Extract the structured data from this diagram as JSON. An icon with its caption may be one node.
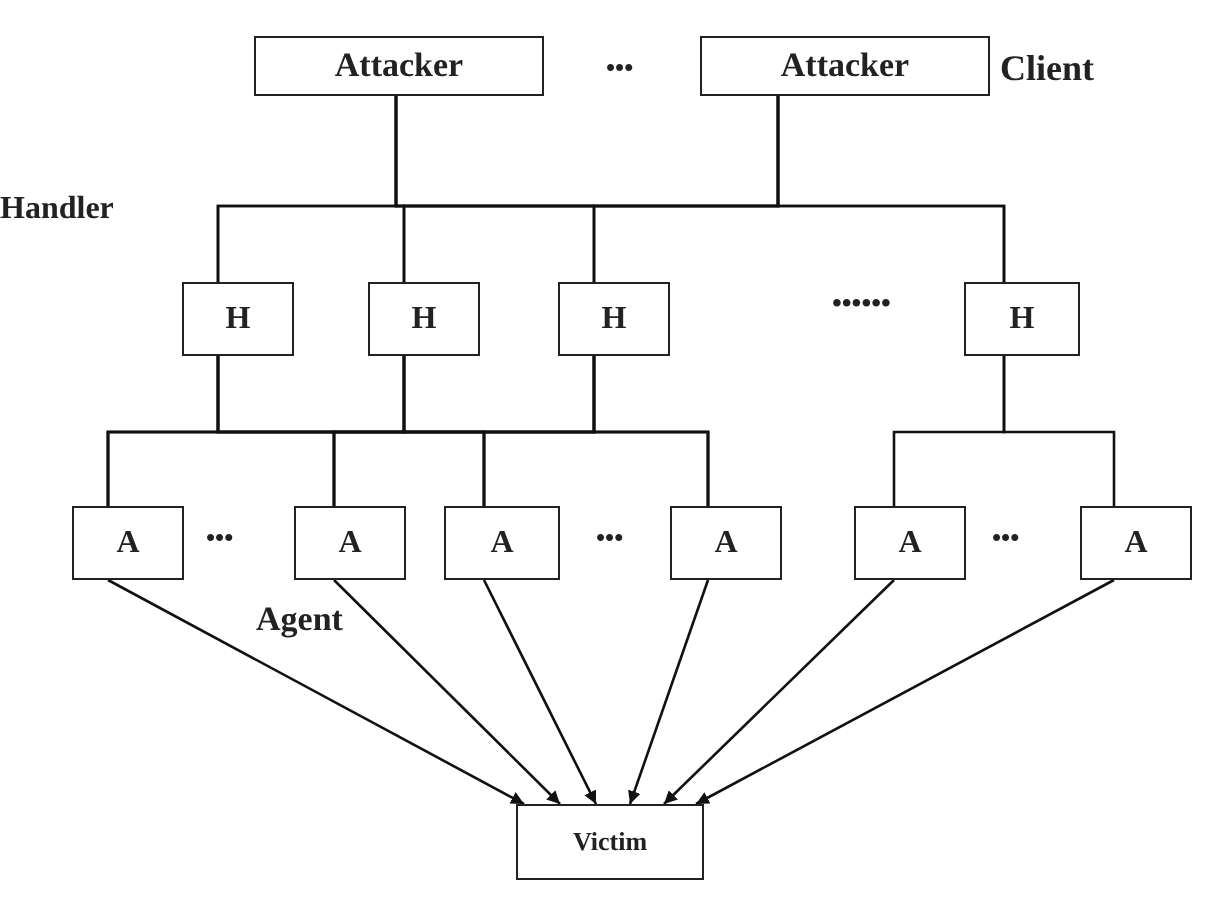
{
  "diagram": {
    "nodes": [
      {
        "text": [
          "Attacker"
        ]
      },
      {
        "text": [
          "Attacker"
        ]
      },
      {
        "text": [
          "H"
        ]
      },
      {
        "text": [
          "H"
        ]
      },
      {
        "text": [
          "H"
        ]
      },
      {
        "text": [
          "H"
        ]
      },
      {
        "text": [
          "A"
        ]
      },
      {
        "text": [
          "A"
        ]
      },
      {
        "text": [
          "A"
        ]
      },
      {
        "text": [
          "A"
        ]
      },
      {
        "text": [
          "A"
        ]
      },
      {
        "text": [
          "A"
        ]
      },
      {
        "text": [
          "Victim"
        ]
      }
    ],
    "edges": [
      {
        "from": 0,
        "to": 2,
        "arrow": "none"
      },
      {
        "from": 0,
        "to": 3,
        "arrow": "none"
      },
      {
        "from": 0,
        "to": 4,
        "arrow": "none"
      },
      {
        "from": 0,
        "to": 5,
        "arrow": "none"
      },
      {
        "from": 1,
        "to": 2,
        "arrow": "none"
      },
      {
        "from": 1,
        "to": 3,
        "arrow": "none"
      },
      {
        "from": 1,
        "to": 4,
        "arrow": "none"
      },
      {
        "from": 1,
        "to": 5,
        "arrow": "none"
      },
      {
        "from": 2,
        "to": 6,
        "arrow": "none"
      },
      {
        "from": 2,
        "to": 7,
        "arrow": "none"
      },
      {
        "from": 2,
        "to": 8,
        "arrow": "none"
      },
      {
        "from": 2,
        "to": 9,
        "arrow": "none"
      },
      {
        "from": 3,
        "to": 6,
        "arrow": "none"
      },
      {
        "from": 3,
        "to": 7,
        "arrow": "none"
      },
      {
        "from": 3,
        "to": 8,
        "arrow": "none"
      },
      {
        "from": 3,
        "to": 9,
        "arrow": "none"
      },
      {
        "from": 4,
        "to": 6,
        "arrow": "none"
      },
      {
        "from": 4,
        "to": 7,
        "arrow": "none"
      },
      {
        "from": 4,
        "to": 8,
        "arrow": "none"
      },
      {
        "from": 4,
        "to": 9,
        "arrow": "none"
      },
      {
        "from": 5,
        "to": 10,
        "arrow": "none"
      },
      {
        "from": 5,
        "to": 11,
        "arrow": "none"
      },
      {
        "from": 6,
        "to": 12,
        "arrow": "to"
      },
      {
        "from": 7,
        "to": 12,
        "arrow": "to"
      },
      {
        "from": 8,
        "to": 12,
        "arrow": "to"
      },
      {
        "from": 9,
        "to": 12,
        "arrow": "to"
      },
      {
        "from": 10,
        "to": 12,
        "arrow": "to"
      },
      {
        "from": 11,
        "to": 12,
        "arrow": "to"
      }
    ],
    "labels": [
      "•••",
      "Client",
      "Handler",
      "••••••",
      "•••",
      "•••",
      "•••",
      "Agent"
    ]
  }
}
